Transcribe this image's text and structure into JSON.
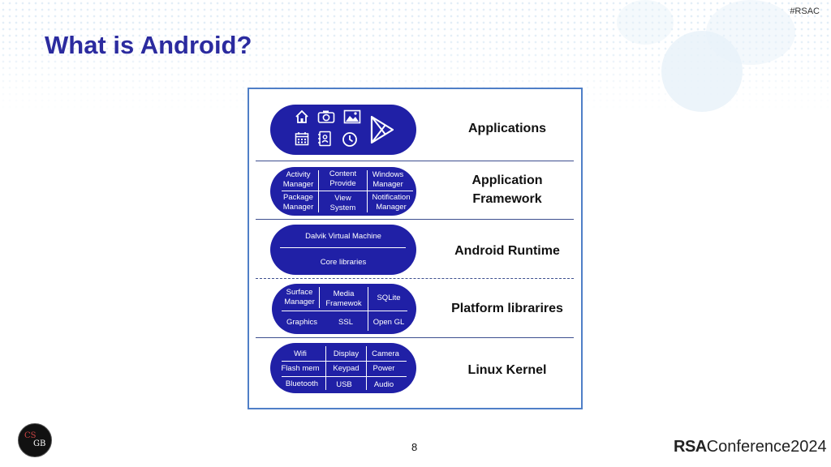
{
  "slide": {
    "hashtag": "#RSAC",
    "title": "What is Android?",
    "page_number": "8"
  },
  "footer": {
    "brand_bold": "RSA",
    "brand_regular": "Conference",
    "brand_year": "2024",
    "org_logo_top": "CS",
    "org_logo_bottom": "GB"
  },
  "diagram": {
    "applications": {
      "label": "Applications",
      "icons": [
        "home-icon",
        "camera-icon",
        "gallery-icon",
        "calendar-icon",
        "contacts-icon",
        "clock-icon",
        "play-store-icon"
      ]
    },
    "framework": {
      "label_line1": "Application",
      "label_line2": "Framework",
      "cells": [
        [
          "Activity",
          "Manager"
        ],
        [
          "Content",
          "Provide"
        ],
        [
          "Windows",
          "Manager"
        ],
        [
          "Package",
          "Manager"
        ],
        [
          "View",
          "System"
        ],
        [
          "Notification",
          "Manager"
        ]
      ]
    },
    "runtime": {
      "label": "Android Runtime",
      "top": "Dalvik Virtual Machine",
      "bottom": "Core libraries"
    },
    "platform": {
      "label": "Platform librarires",
      "cells": [
        [
          "Surface",
          "Manager"
        ],
        [
          "Media",
          "Framewok"
        ],
        [
          "SQLite"
        ],
        [
          "Graphics"
        ],
        [
          "SSL"
        ],
        [
          "Open GL"
        ]
      ]
    },
    "kernel": {
      "label": "Linux Kernel",
      "cells": [
        "Wifi",
        "Display",
        "Camera",
        "Flash mem",
        "Keypad",
        "Power",
        "Bluetooth",
        "USB",
        "Audio"
      ]
    }
  }
}
